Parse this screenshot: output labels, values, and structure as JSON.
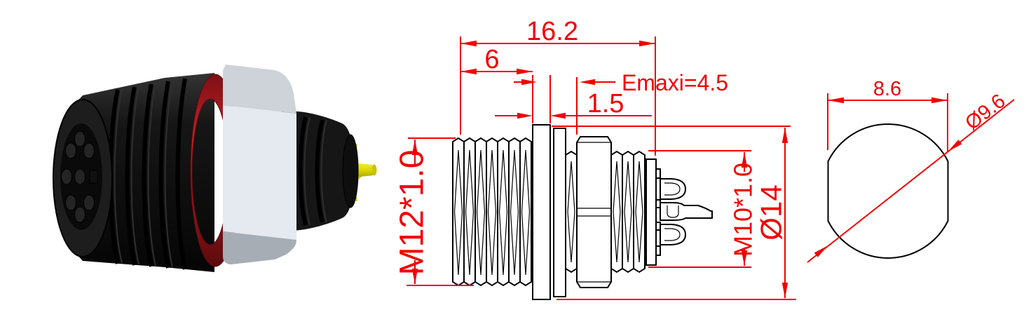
{
  "side_view": {
    "dim_total_length": "16.2",
    "dim_front_length": "6",
    "dim_e_max": "Emaxi=4.5",
    "dim_flange_thickness": "1.5",
    "dim_front_thread_spec": "M12*1.0",
    "dim_rear_thread_spec": "M10*1.0",
    "dim_flange_diameter": "Ø14"
  },
  "front_view": {
    "dim_across_flats": "8.6",
    "dim_outer_diameter": "Ø9.6"
  },
  "colors": {
    "dimension_red": "#f10000",
    "outline_black": "#000000",
    "seal_ring_red": "#b01e24",
    "hex_nut_gray": "#e4eaf0",
    "contact_yellow": "#e8e402",
    "body_black": "#121212",
    "background": "#ffffff"
  }
}
